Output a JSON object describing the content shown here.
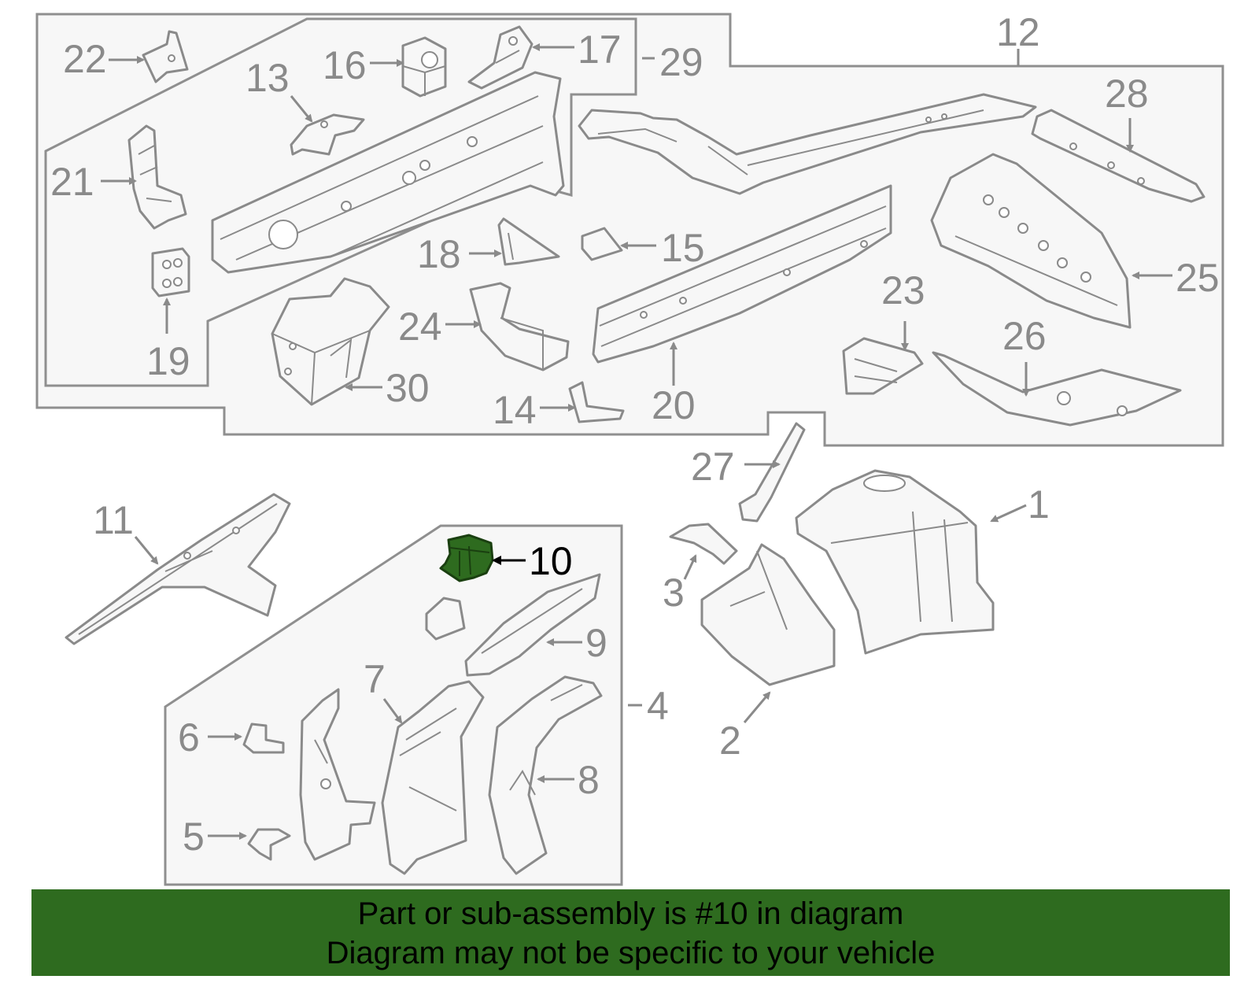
{
  "highlight_color": "#2e6b1f",
  "highlighted_part": "10",
  "callouts": {
    "c1": "1",
    "c2": "2",
    "c3": "3",
    "c4": "4",
    "c5": "5",
    "c6": "6",
    "c7": "7",
    "c8": "8",
    "c9": "9",
    "c10": "10",
    "c11": "11",
    "c12": "12",
    "c13": "13",
    "c14": "14",
    "c15": "15",
    "c16": "16",
    "c17": "17",
    "c18": "18",
    "c19": "19",
    "c20": "20",
    "c21": "21",
    "c22": "22",
    "c23": "23",
    "c24": "24",
    "c25": "25",
    "c26": "26",
    "c27": "27",
    "c28": "28",
    "c29": "29",
    "c30": "30"
  },
  "banner": {
    "line1": "Part or sub-assembly is #10 in diagram",
    "line2": "Diagram may not be specific to your vehicle"
  }
}
